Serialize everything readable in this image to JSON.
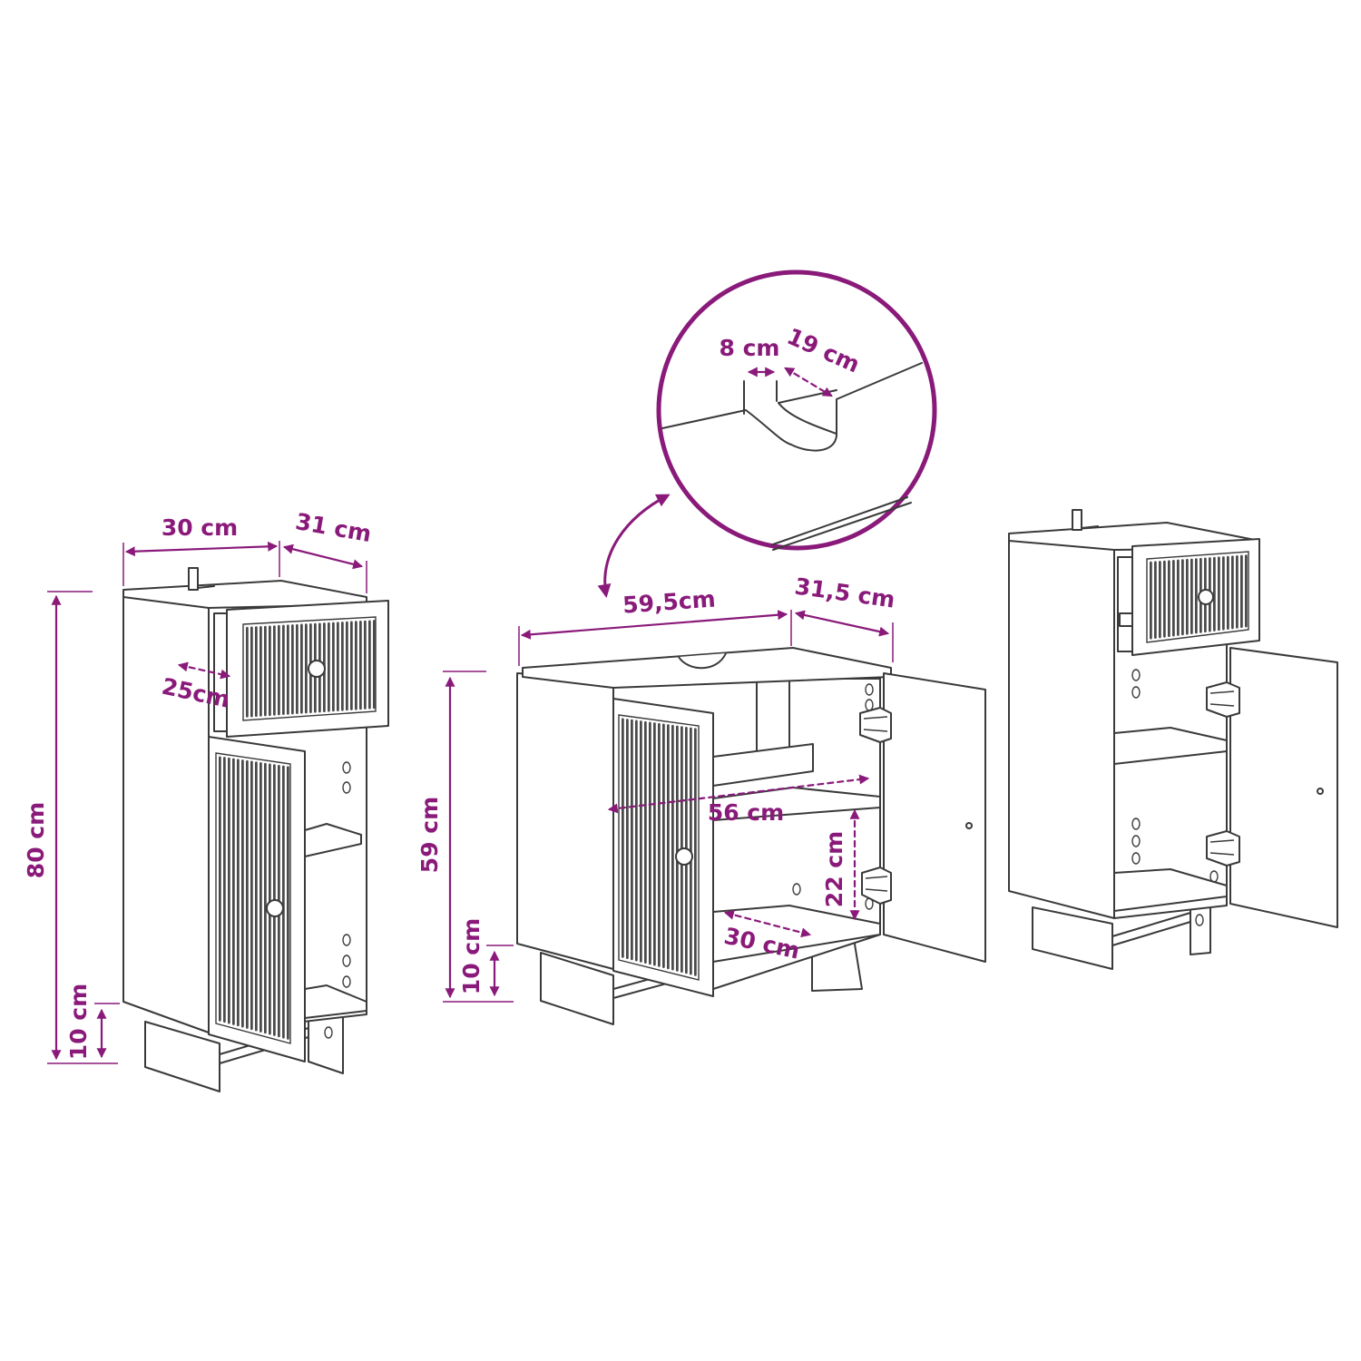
{
  "colors": {
    "accent": "#8a1a7a",
    "outline": "#3a3a3a",
    "background": "#ffffff"
  },
  "icons": [
    "left-arrow",
    "right-arrow",
    "hinge-icon",
    "knob-icon",
    "wall-bracket-icon"
  ],
  "dimensions": {
    "left_width": "30 cm",
    "left_depth": "31 cm",
    "left_drawer_depth": "25cm",
    "left_height": "80 cm",
    "left_leg_height": "10 cm",
    "center_width": "59,5cm",
    "center_depth": "31,5 cm",
    "center_height": "59 cm",
    "center_leg_height": "10 cm",
    "center_inner_width": "56 cm",
    "center_inner_height": "22 cm",
    "center_shelf_depth": "30 cm",
    "cutout_width": "8 cm",
    "cutout_depth": "19 cm"
  }
}
